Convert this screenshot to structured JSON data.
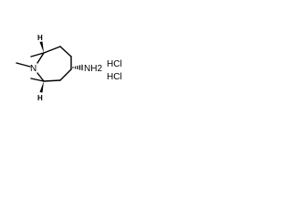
{
  "molecule": {
    "bridge_nitrogen": "N",
    "amine_group": "NH2",
    "stereo_h_top": "H",
    "stereo_h_bottom": "H"
  },
  "salt": {
    "line1": "HCl",
    "line2": "HCl"
  }
}
